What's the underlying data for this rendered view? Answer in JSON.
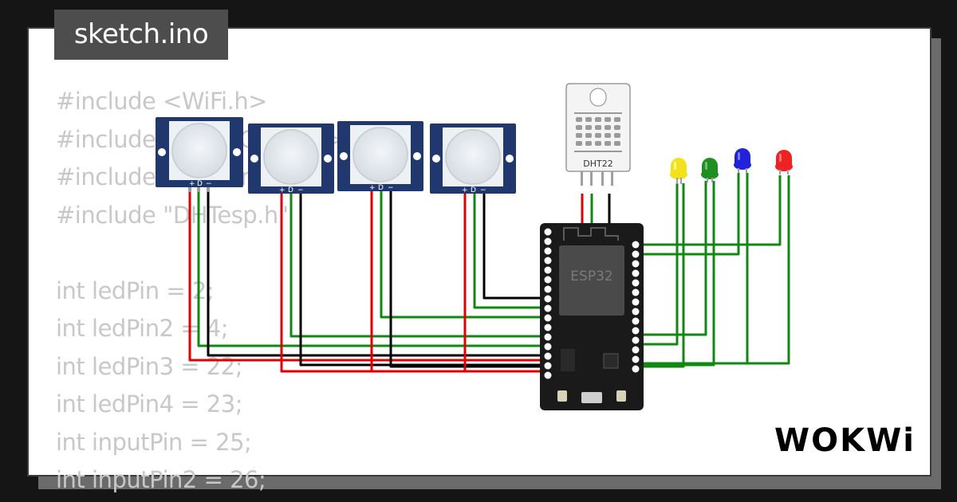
{
  "title_tab": {
    "label": "sketch.ino"
  },
  "code": {
    "lines": [
      "#include <WiFi.h>",
      "#include <HTTPClient.h>",
      "#include <ArduinoJson.h>",
      "#include \"DHTesp.h\"",
      "",
      "int ledPin = 2;",
      "int ledPin2 = 4;",
      "int ledPin3 = 22;",
      "int ledPin4 = 23;",
      "int inputPin = 25;",
      "int inputPin2 = 26;"
    ]
  },
  "components": {
    "pir_pin_labels": [
      "+",
      "D",
      "−"
    ],
    "dht_label": "DHT22",
    "esp_label": "ESP32",
    "led_colors": [
      "#f2e21c",
      "#1f8f1f",
      "#2222dd",
      "#ee2222"
    ]
  },
  "brand": {
    "logo_text": "WOKWi"
  },
  "colors": {
    "background": "#151515",
    "card": "#ffffff",
    "tab": "#4d4d4d",
    "wire_power": "#e00000",
    "wire_ground": "#000000",
    "wire_signal": "#118811",
    "pir_board": "#20386e",
    "esp_board": "#1a1a1a"
  }
}
